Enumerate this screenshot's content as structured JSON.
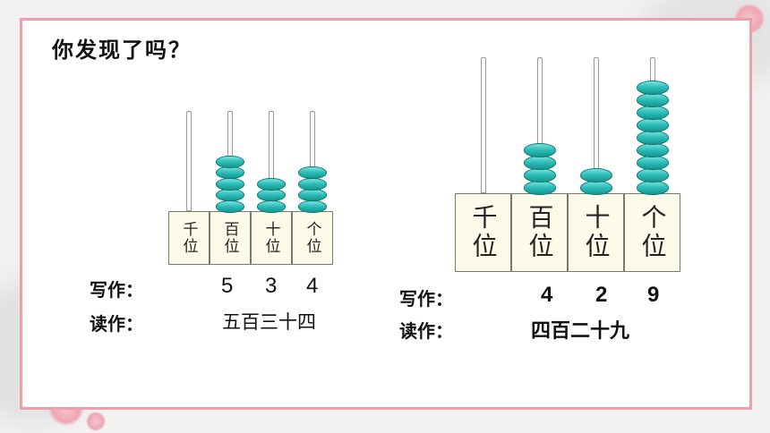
{
  "question": "你发现了吗？",
  "left_abacus": {
    "places": [
      "千位",
      "百位",
      "十位",
      "个位"
    ],
    "bead_counts": [
      0,
      5,
      3,
      4
    ],
    "write_label": "写作：",
    "digits": [
      "5",
      "3",
      "4"
    ],
    "read_label": "读作：",
    "reading": "五百三十四"
  },
  "right_abacus": {
    "places": [
      "千位",
      "百位",
      "十位",
      "个位"
    ],
    "bead_counts": [
      0,
      4,
      2,
      9
    ],
    "write_label": "写作：",
    "digits": [
      "4",
      "2",
      "9"
    ],
    "read_label": "读作：",
    "reading": "四百二十九"
  },
  "colors": {
    "bead": "#2fbfba",
    "border": "#ef9faa",
    "base": "#fcfbea"
  }
}
